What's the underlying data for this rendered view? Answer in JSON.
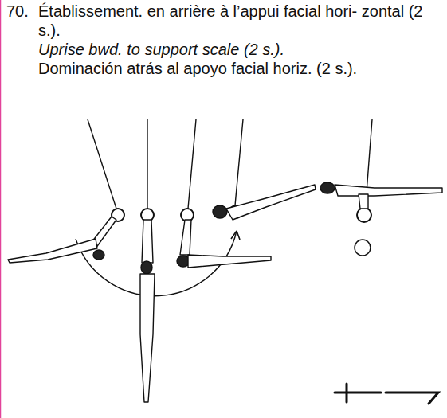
{
  "diagram": {
    "labels": [
      "70.",
      "Établissement. en arrière à l’appui facial hori- zontal (2 s.).",
      "Uprise bwd. to support scale (2 s.).",
      "Dominación atrás al apoyo facial horiz. (2 s.)."
    ]
  }
}
